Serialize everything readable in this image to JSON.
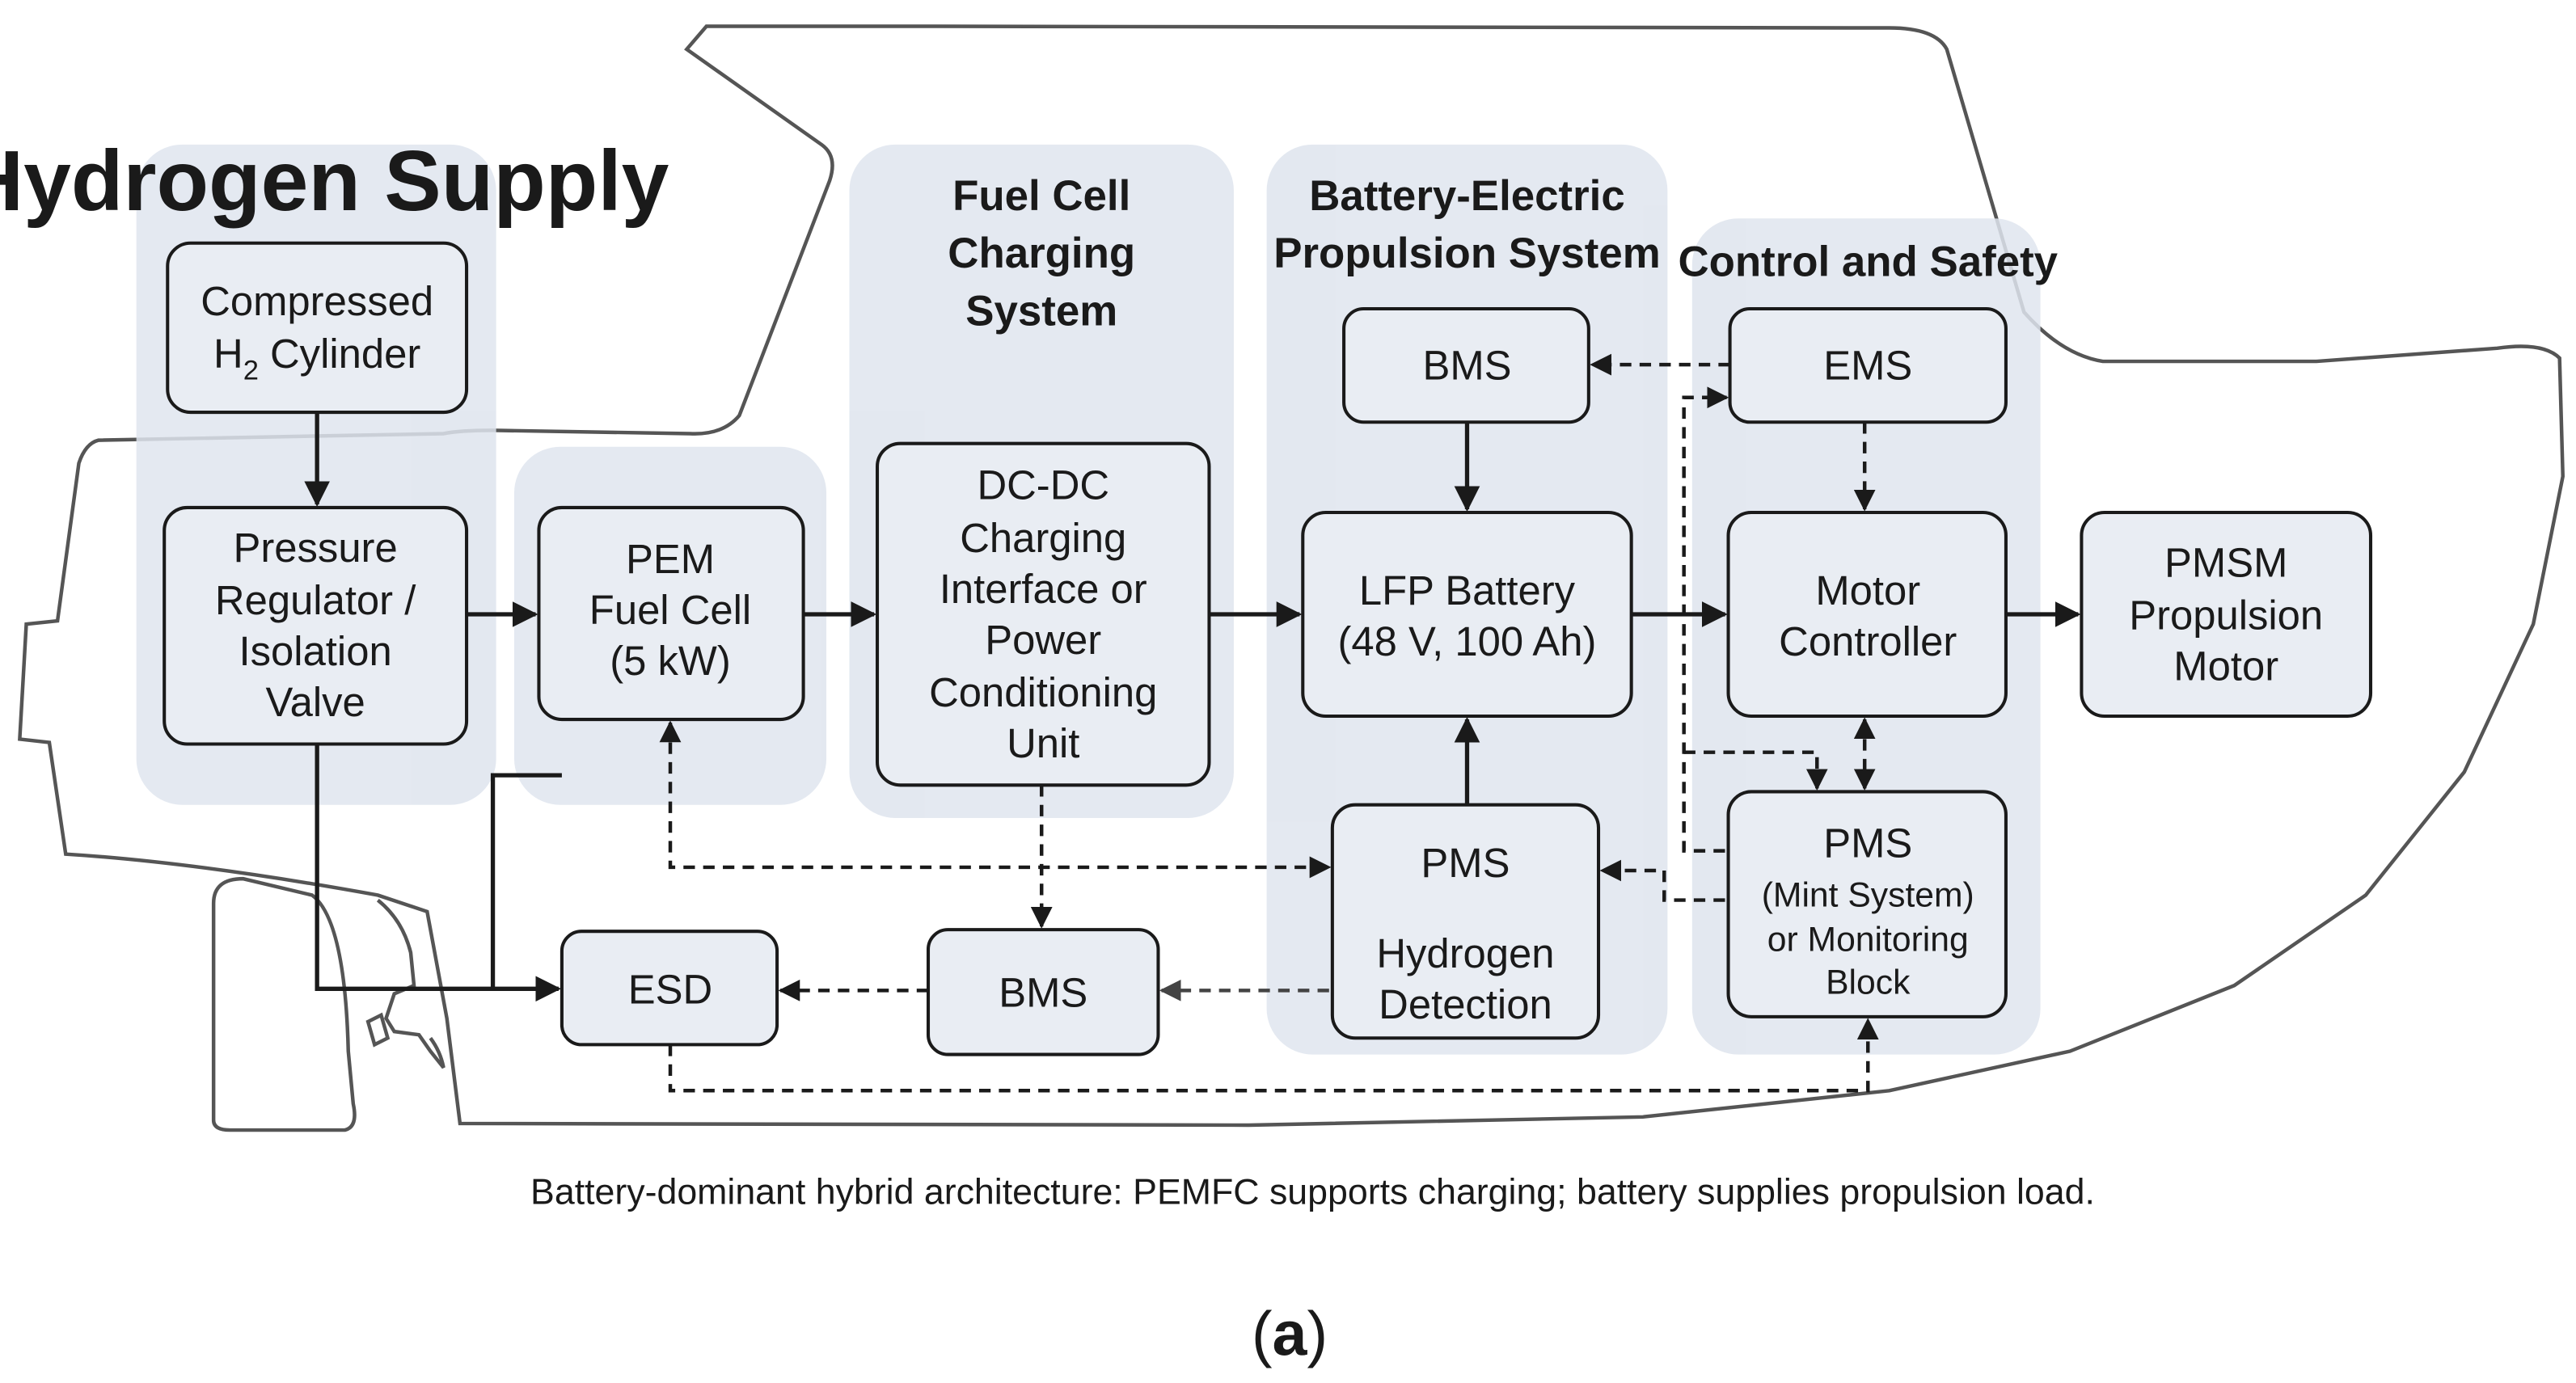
{
  "groups": {
    "hydrogen_supply": "Hydrogen Supply",
    "fuel_cell_charging": [
      "Fuel Cell",
      "Charging",
      "System"
    ],
    "battery_electric": [
      "Battery-Electric",
      "Propulsion System"
    ],
    "control_safety": "Control and Safety"
  },
  "boxes": {
    "cylinder": [
      "Compressed",
      "H",
      "2",
      " Cylinder"
    ],
    "regulator": [
      "Pressure",
      "Regulator /",
      "Isolation",
      "Valve"
    ],
    "pem": [
      "PEM",
      "Fuel Cell",
      "(5 kW)"
    ],
    "dcdc": [
      "DC-DC",
      "Charging",
      "Interface or",
      "Power",
      "Conditioning",
      "Unit"
    ],
    "bms_top": "BMS",
    "battery": [
      "LFP Battery",
      "(48 V, 100 Ah)"
    ],
    "pms_h2": [
      "PMS",
      "Hydrogen",
      "Detection"
    ],
    "ems": "EMS",
    "motor_controller": [
      "Motor",
      "Controller"
    ],
    "pmsm": [
      "PMSM",
      "Propulsion",
      "Motor"
    ],
    "pms_monitor": [
      "PMS",
      "(Mint System)",
      "or Monitoring",
      "Block"
    ],
    "esd": "ESD",
    "bms_bottom": "BMS"
  },
  "caption": "Battery-dominant hybrid architecture: PEMFC supports charging; battery supplies propulsion load.",
  "panel_label": [
    "(",
    "a",
    ")"
  ],
  "colors": {
    "group_fill": "#dfe5ee",
    "box_fill": "#e9edf3",
    "stroke": "#1a1a1a",
    "hull_stroke": "#555555"
  }
}
